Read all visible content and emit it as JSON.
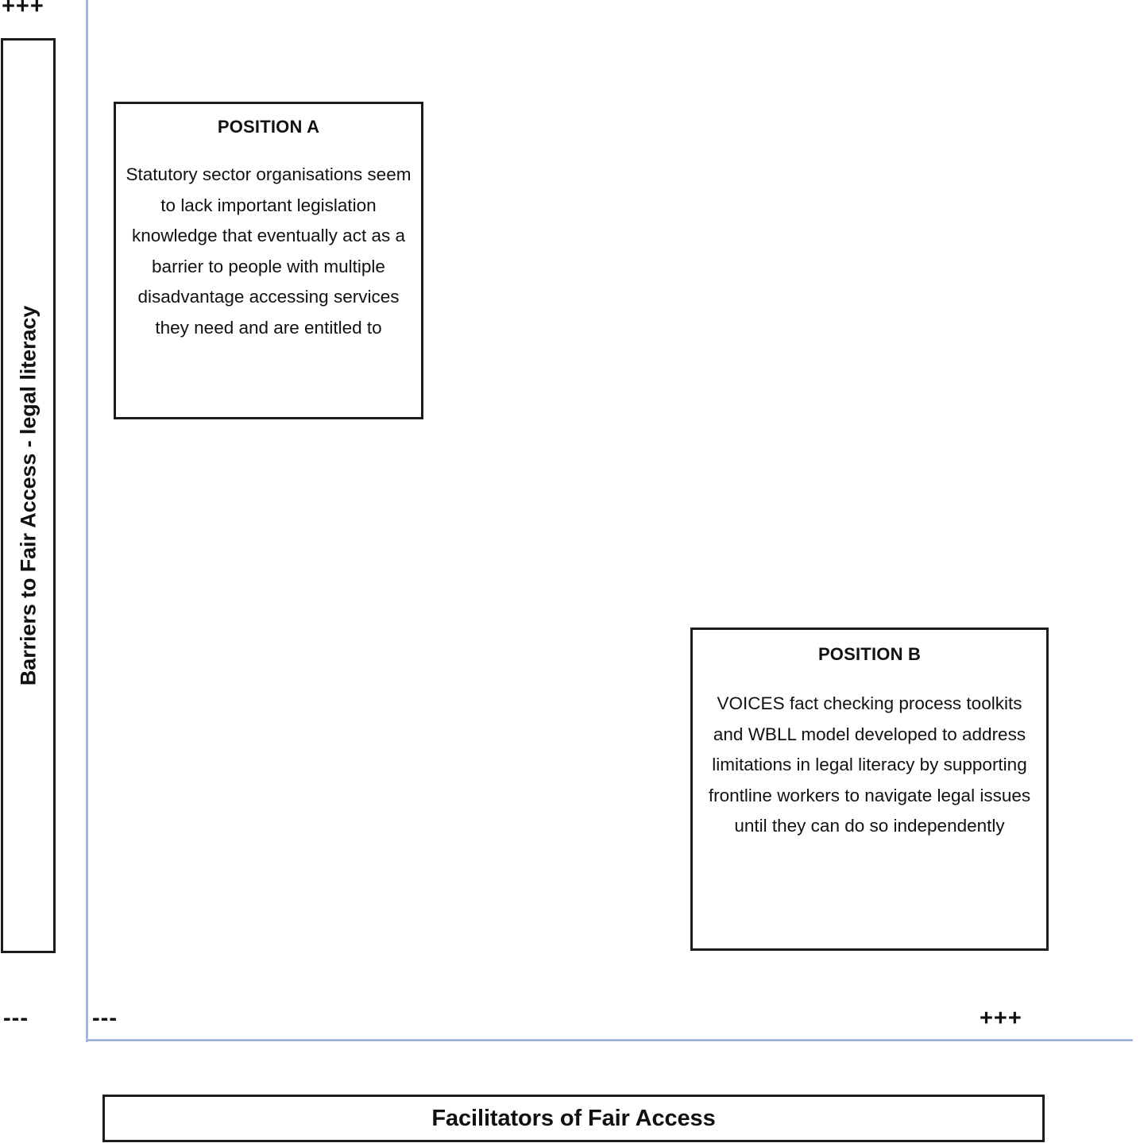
{
  "figure": {
    "type": "two-by-two-positioning-diagram",
    "background_color": "#ffffff",
    "axis_color": "#93a6d4",
    "box_border_color": "#1c1c1c"
  },
  "axes": {
    "y": {
      "title": "Barriers to Fair Access - legal literacy",
      "high_marker": "+++",
      "low_marker": "---"
    },
    "x": {
      "title": "Facilitators of Fair Access",
      "low_marker": "---",
      "high_marker": "+++"
    }
  },
  "positions": [
    {
      "id": "position-a",
      "heading": "POSITION A",
      "body": "Statutory sector organisations seem to lack important legislation knowledge that eventually act as a barrier to people with multiple disadvantage accessing services they need and are entitled to",
      "quadrant": "high-barriers / low-facilitators"
    },
    {
      "id": "position-b",
      "heading": "POSITION B",
      "body": "VOICES fact checking process toolkits and WBLL model developed to address limitations in legal literacy by supporting frontline workers to navigate legal issues until they can do so independently",
      "quadrant": "low-barriers / high-facilitators"
    }
  ]
}
